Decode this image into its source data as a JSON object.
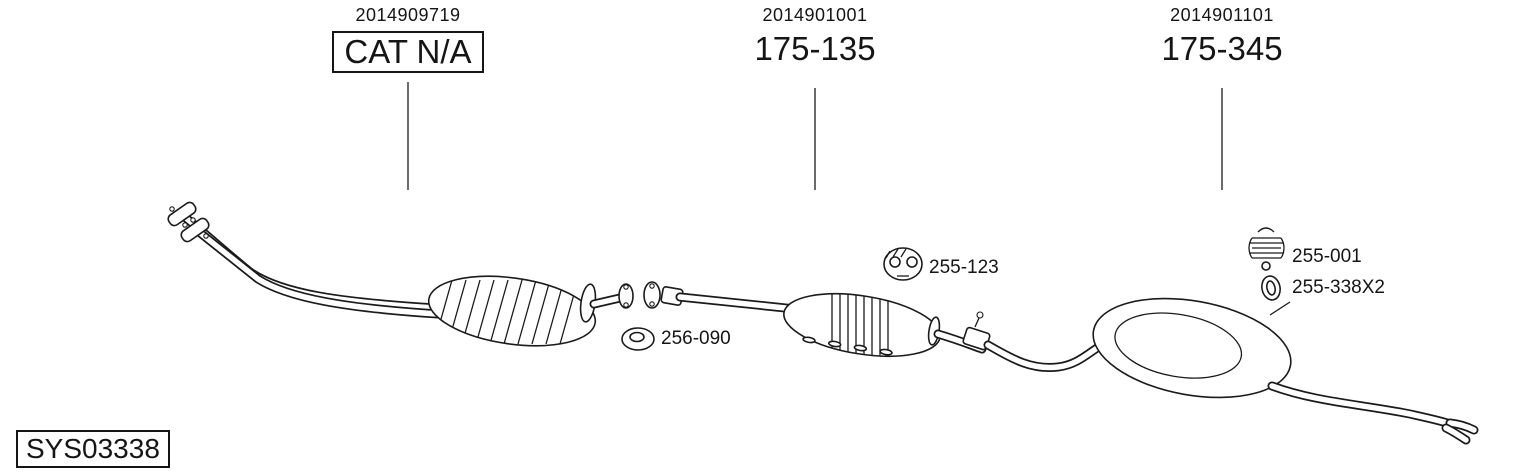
{
  "diagram": {
    "system_code": "SYS03338",
    "groups": [
      {
        "ref": "2014909719",
        "part": "CAT N/A",
        "boxed": true
      },
      {
        "ref": "2014901001",
        "part": "175-135",
        "boxed": false
      },
      {
        "ref": "2014901101",
        "part": "175-345",
        "boxed": false
      }
    ],
    "callouts": [
      {
        "label": "255-123",
        "icon": "hanger-clamp-icon"
      },
      {
        "label": "256-090",
        "icon": "gasket-ring-icon"
      },
      {
        "label": "255-001",
        "icon": "rubber-mount-icon"
      },
      {
        "label": "255-338X2",
        "icon": "seal-ring-icon"
      }
    ],
    "colors": {
      "ink": "#1b1b1b",
      "background": "#ffffff"
    }
  }
}
